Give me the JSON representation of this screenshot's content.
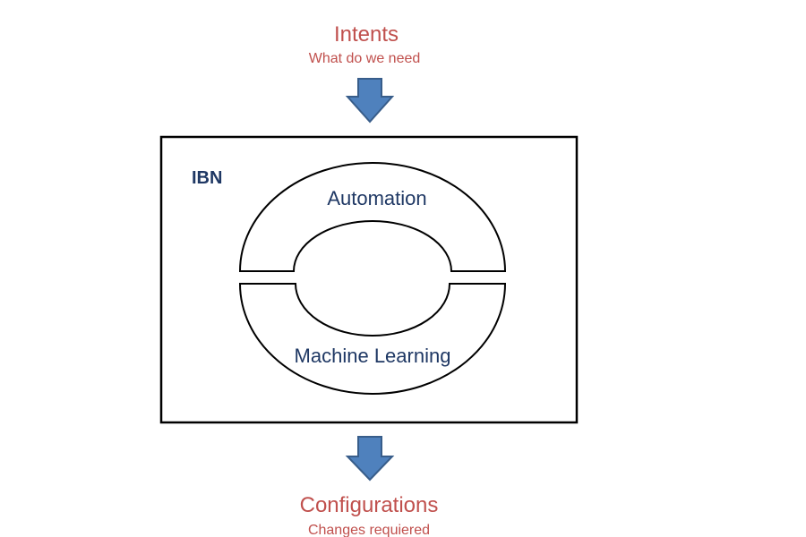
{
  "top": {
    "title": "Intents",
    "subtitle": "What do we need"
  },
  "box": {
    "label": "IBN",
    "upper_ring_label": "Automation",
    "lower_ring_label": "Machine Learning"
  },
  "bottom": {
    "title": "Configurations",
    "subtitle": "Changes requiered"
  },
  "colors": {
    "accent_text": "#c0504d",
    "dark_text": "#1f3864",
    "arrow_fill": "#4f81bd",
    "arrow_stroke": "#385d8a"
  }
}
